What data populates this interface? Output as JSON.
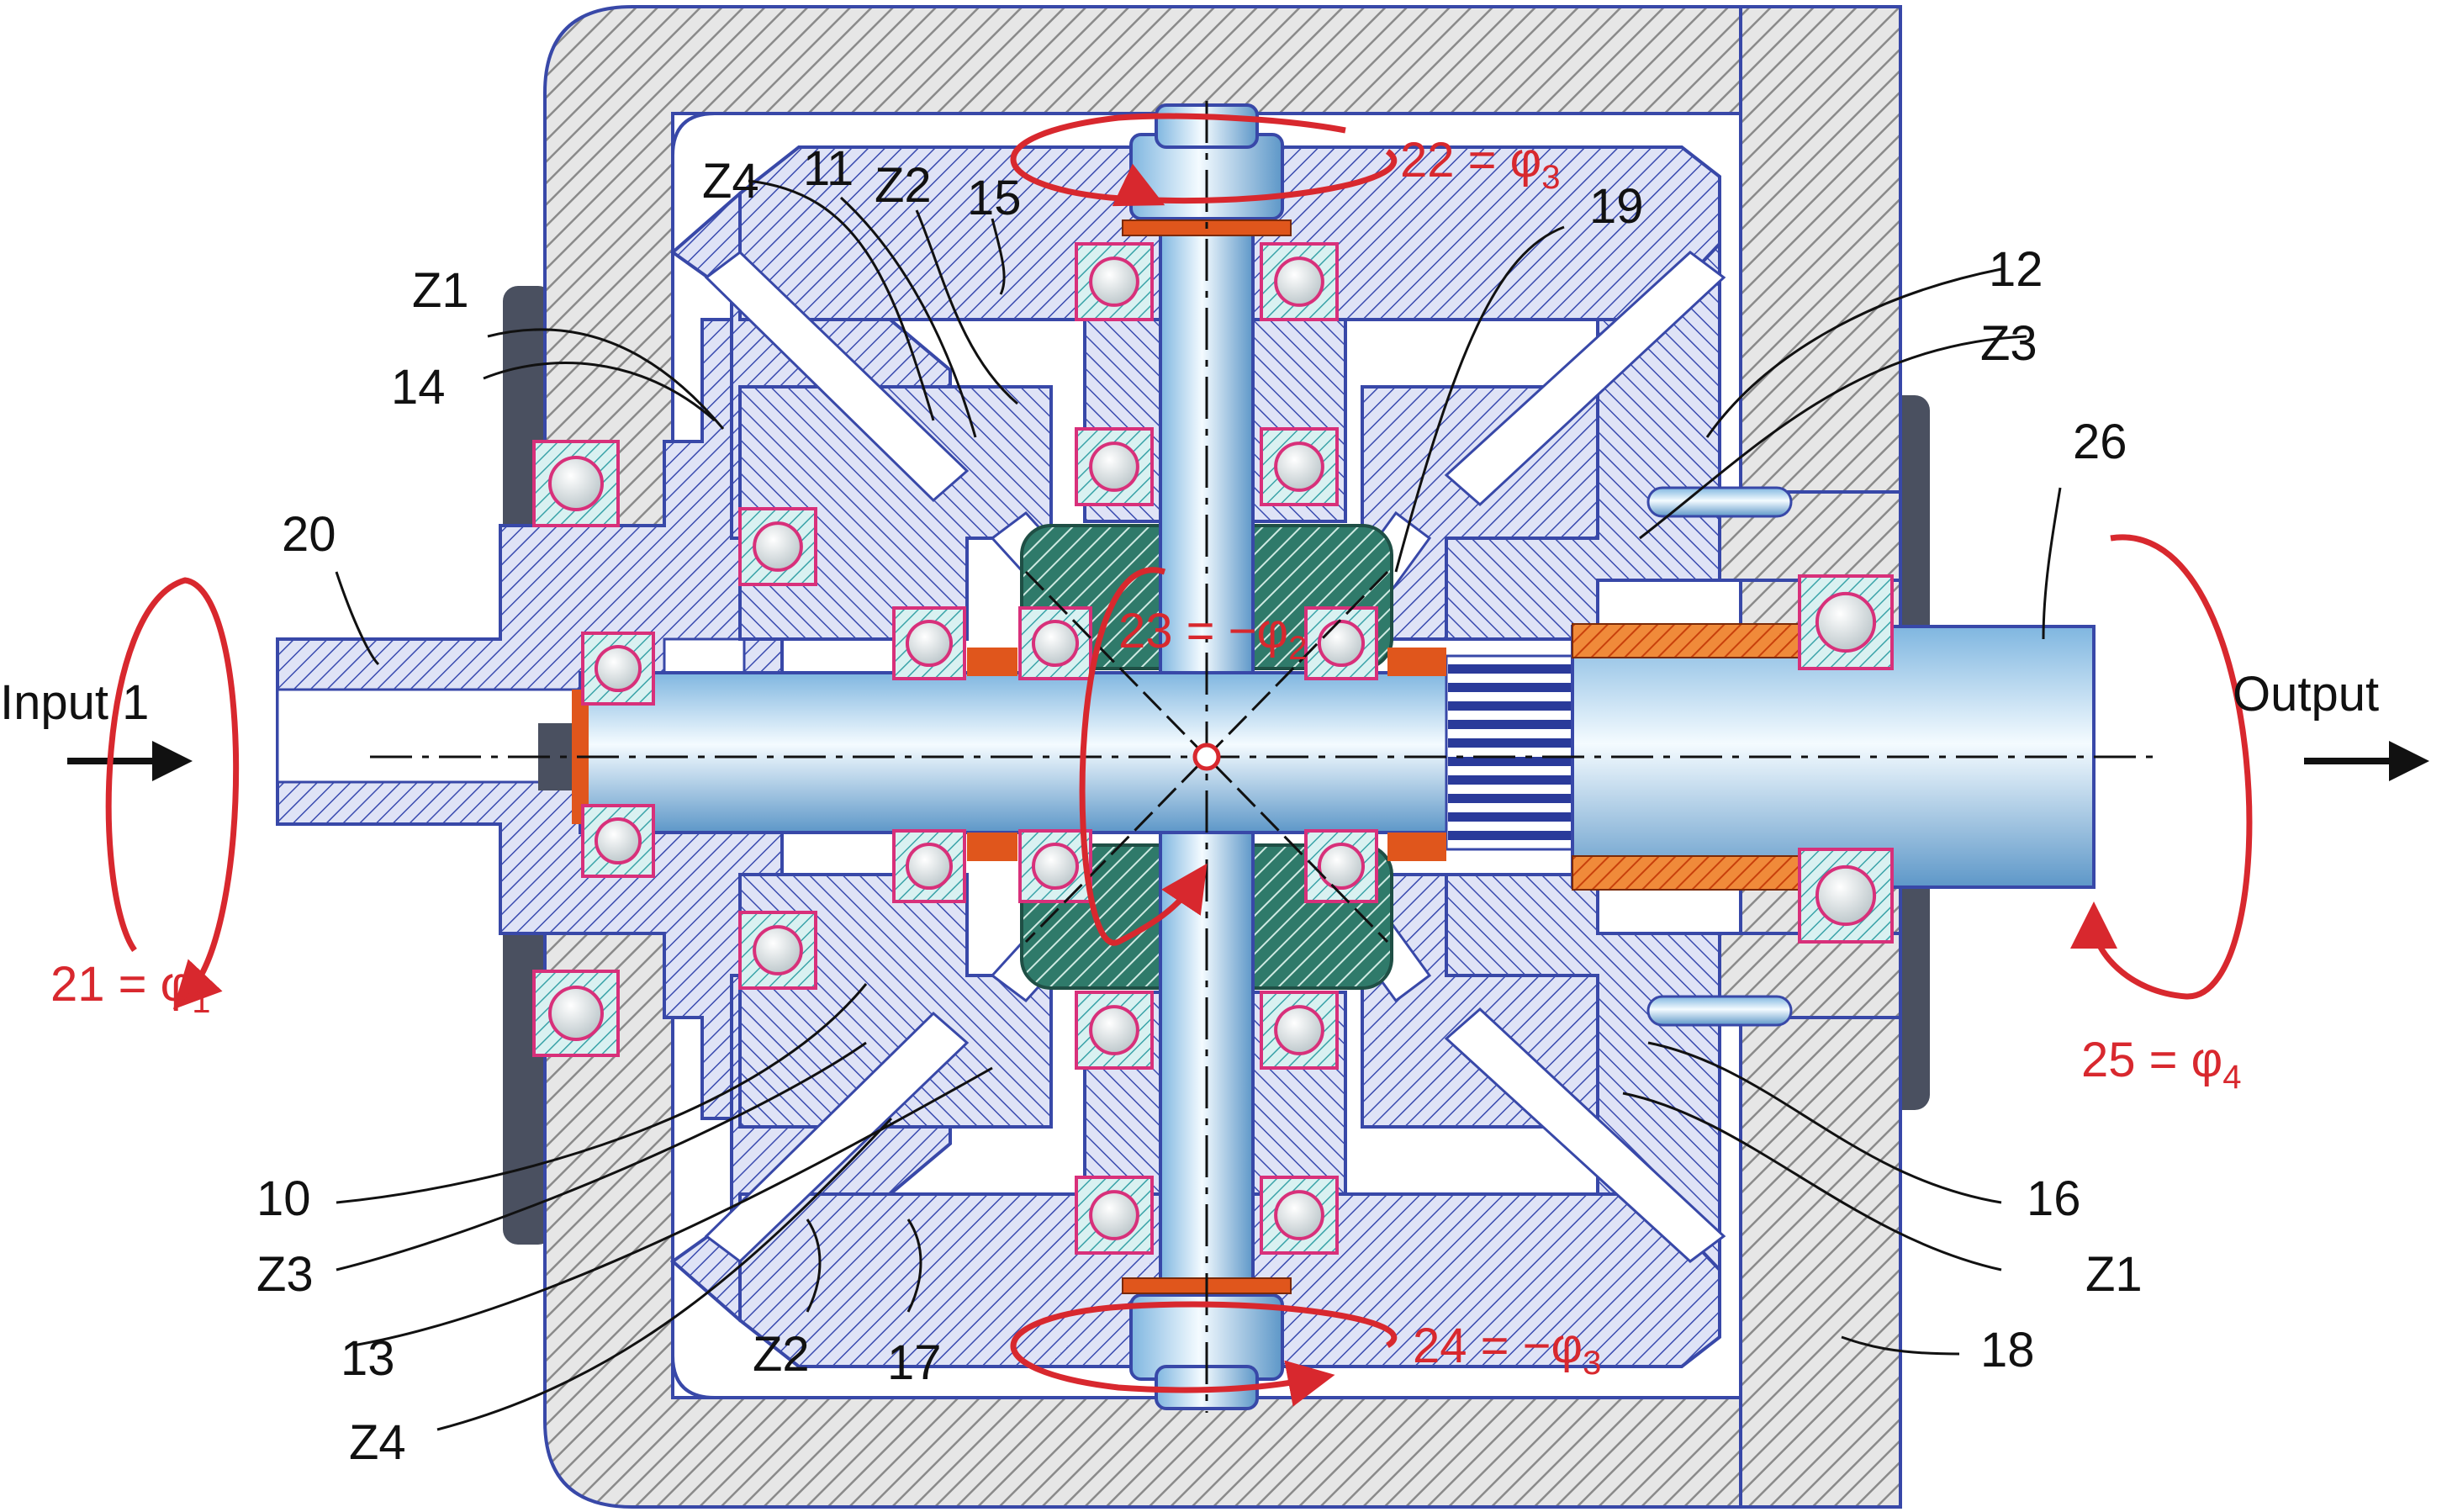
{
  "labels": {
    "input": "Input 1",
    "output": "Output",
    "n10": "10",
    "n11": "11",
    "n12": "12",
    "n13": "13",
    "n14": "14",
    "n15": "15",
    "n16": "16",
    "n17": "17",
    "n18": "18",
    "n19": "19",
    "n20": "20",
    "n26": "26",
    "z1_top": "Z1",
    "z4_top": "Z4",
    "z2_top": "Z2",
    "z3_right": "Z3",
    "z3_left": "Z3",
    "z4_bottom": "Z4",
    "z2_bottom": "Z2",
    "z1_right": "Z1"
  },
  "rotations": {
    "r21": {
      "text": "21 = φ",
      "sub": "1"
    },
    "r22": {
      "text": "22 = φ",
      "sub": "3"
    },
    "r23": {
      "text": "23 = −φ",
      "sub": "2"
    },
    "r24": {
      "text": "24 = −φ",
      "sub": "3"
    },
    "r25": {
      "text": "25 = φ",
      "sub": "4"
    }
  },
  "colors": {
    "housing": "#9a9a9a",
    "steel_blue": "#3848a8",
    "planet_green": "#2f7a6a",
    "shaft_light": "#cfe6f6",
    "bearing_pink": "#d8307a",
    "spacer_orange": "#e0561c",
    "rotation_red": "#d8282e"
  }
}
